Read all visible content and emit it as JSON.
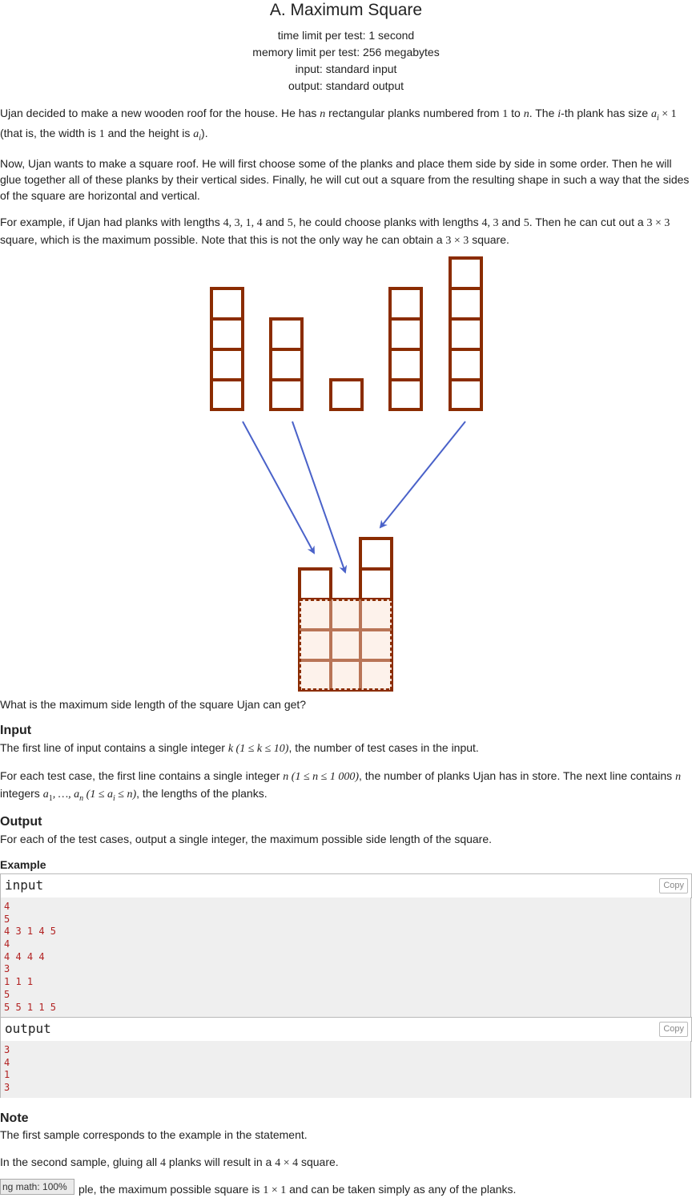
{
  "problem": {
    "title": "A. Maximum Square",
    "limits": [
      "time limit per test: 1 second",
      "memory limit per test: 256 megabytes",
      "input: standard input",
      "output: standard output"
    ]
  },
  "statement": {
    "p1_a": "Ujan decided to make a new wooden roof for the house. He has ",
    "p1_n": "n",
    "p1_b": " rectangular planks numbered from ",
    "p1_one": "1",
    "p1_c": " to ",
    "p1_n2": "n",
    "p1_d": ". The ",
    "p1_i": "i",
    "p1_e": "-th plank has size ",
    "p1_size": "a",
    "p1_sub": "i",
    "p1_times": " × 1",
    "p1_f": "(that is, the width is ",
    "p1_w": "1",
    "p1_g": " and the height is ",
    "p1_h": "a",
    "p1_hsub": "i",
    "p1_end": ").",
    "p2": "Now, Ujan wants to make a square roof. He will first choose some of the planks and place them side by side in some order. Then he will glue together all of these planks by their vertical sides. Finally, he will cut out a square from the resulting shape in such a way that the sides of the square are horizontal and vertical.",
    "p3_a": "For example, if Ujan had planks with lengths ",
    "p3_list": "4, 3, 1, 4",
    "p3_b": " and ",
    "p3_five": "5",
    "p3_c": ", he could choose planks with lengths ",
    "p3_list2": "4, 3",
    "p3_d": " and ",
    "p3_five2": "5",
    "p3_e": ". Then he can cut out a ",
    "p3_sq": "3 × 3",
    "p3_f": "square, which is the maximum possible. Note that this is not the only way he can obtain a ",
    "p3_sq2": "3 × 3",
    "p3_g": " square.",
    "question": "What is the maximum side length of the square Ujan can get?"
  },
  "input_section": {
    "title": "Input",
    "l1_a": "The first line of input contains a single integer ",
    "l1_m": "k (1 ≤ k ≤ 10)",
    "l1_b": ", the number of test cases in the input.",
    "l2_a": "For each test case, the first line contains a single integer ",
    "l2_m": "n (1 ≤ n ≤ 1 000)",
    "l2_b": ", the number of planks Ujan has in store. The next line contains ",
    "l2_n": "n",
    "l2_c": "integers ",
    "l2_m2": "a",
    "l2_s1": "1",
    "l2_m3": ", …, a",
    "l2_sn": "n",
    "l2_m4": " (1 ≤ a",
    "l2_si": "i",
    "l2_m5": " ≤ n)",
    "l2_d": ", the lengths of the planks."
  },
  "output_section": {
    "title": "Output",
    "text": "For each of the test cases, output a single integer, the maximum possible side length of the square."
  },
  "example": {
    "title": "Example",
    "input_label": "input",
    "output_label": "output",
    "copy_label": "Copy",
    "input_lines": [
      "4",
      "5",
      "4 3 1 4 5",
      "4",
      "4 4 4 4",
      "3",
      "1 1 1",
      "5",
      "5 5 1 1 5"
    ],
    "output_lines": [
      "3",
      "4",
      "1",
      "3"
    ]
  },
  "note": {
    "title": "Note",
    "n1": "The first sample corresponds to the example in the statement.",
    "n2_a": "In the second sample, gluing all ",
    "n2_four": "4",
    "n2_b": " planks will result in a ",
    "n2_sq": "4 × 4",
    "n2_c": " square.",
    "n3_a": "ple, the maximum possible square is ",
    "n3_sq": "1 × 1",
    "n3_b": " and can be taken simply as any of the planks."
  },
  "status_bar": {
    "text": "ng math: 100%"
  },
  "colors": {
    "plank": "#8b2c00",
    "arrow": "#4a62c9",
    "cut_fill": "#fdf0e8"
  }
}
